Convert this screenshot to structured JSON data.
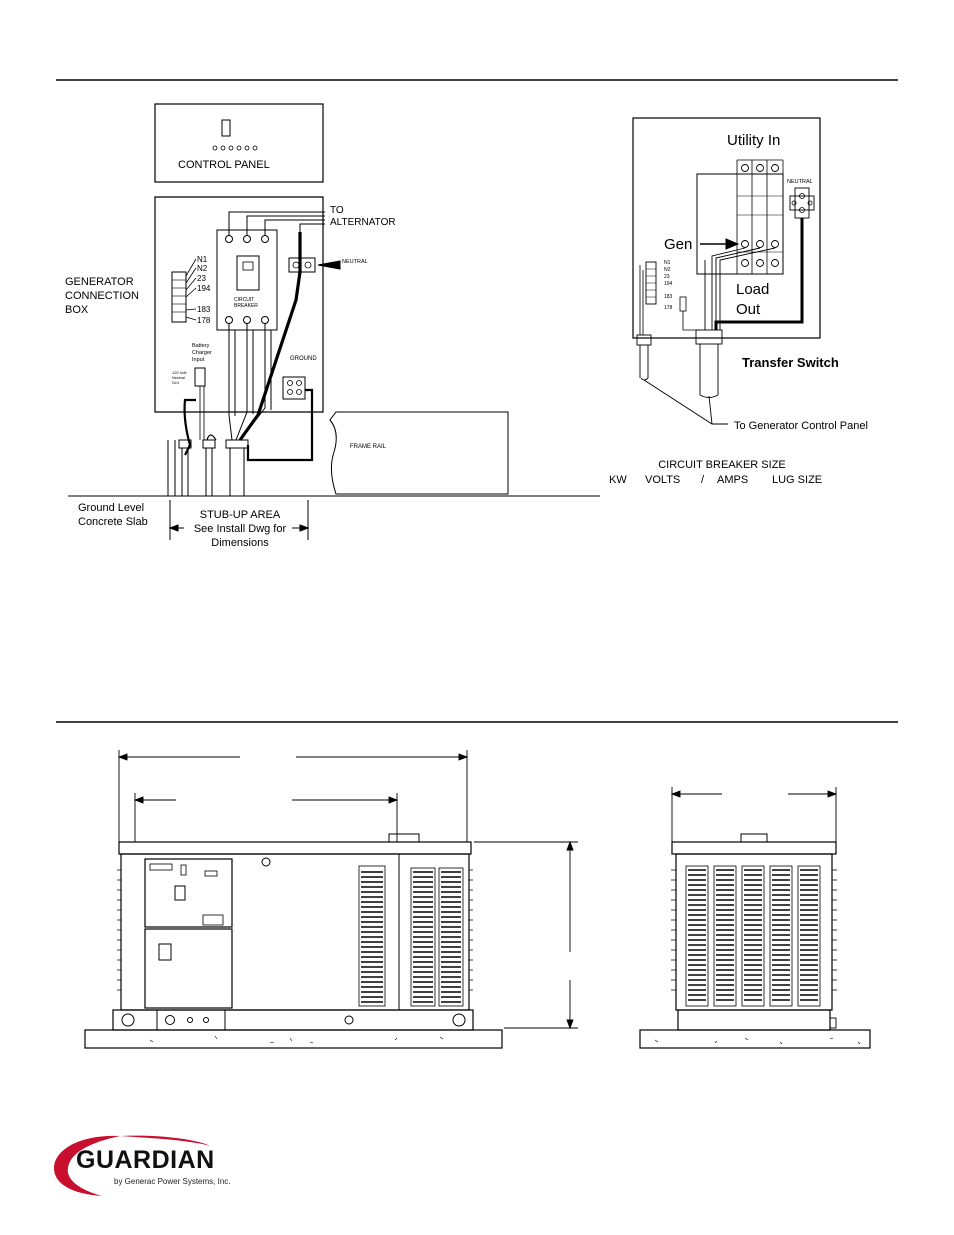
{
  "wiring_diagram": {
    "control_panel_label": "CONTROL PANEL",
    "to_alternator_1": "TO",
    "to_alternator_2": "ALTERNATOR",
    "neutral": "NEUTRAL",
    "gen_box_1": "GENERATOR",
    "gen_box_2": "CONNECTION",
    "gen_box_3": "BOX",
    "terminals": [
      "N1",
      "N2",
      "23",
      "194",
      "183",
      "178"
    ],
    "breaker_1": "CIRCUIT",
    "breaker_2": "BREAKER",
    "battery_1": "Battery",
    "battery_2": "Charger",
    "battery_3": "Input",
    "volt_1": "120 Volt",
    "volt_2": "Neutral",
    "volt_3": "Grd",
    "ground": "GROUND",
    "frame_rail": "FRAME RAIL",
    "ground_level_1": "Ground Level",
    "ground_level_2": "Concrete Slab",
    "stub_1": "STUB-UP AREA",
    "stub_2": "See Install Dwg for",
    "stub_3": "Dimensions"
  },
  "transfer_switch": {
    "utility_in": "Utility In",
    "neutral": "NEUTRAL",
    "gen": "Gen",
    "load_1": "Load",
    "load_2": "Out",
    "terminals": [
      "N1",
      "N2",
      "23",
      "194",
      "183",
      "178"
    ],
    "title": "Transfer Switch",
    "to_panel": "To Generator Control Panel"
  },
  "breaker_size": {
    "title": "CIRCUIT BREAKER SIZE",
    "kw": "KW",
    "volts": "VOLTS",
    "slash": "/",
    "amps": "AMPS",
    "lug": "LUG SIZE"
  },
  "logo": {
    "name": "GUARDIAN",
    "subtitle": "by Generac Power Systems, Inc.",
    "accent_color": "#c8102e"
  }
}
